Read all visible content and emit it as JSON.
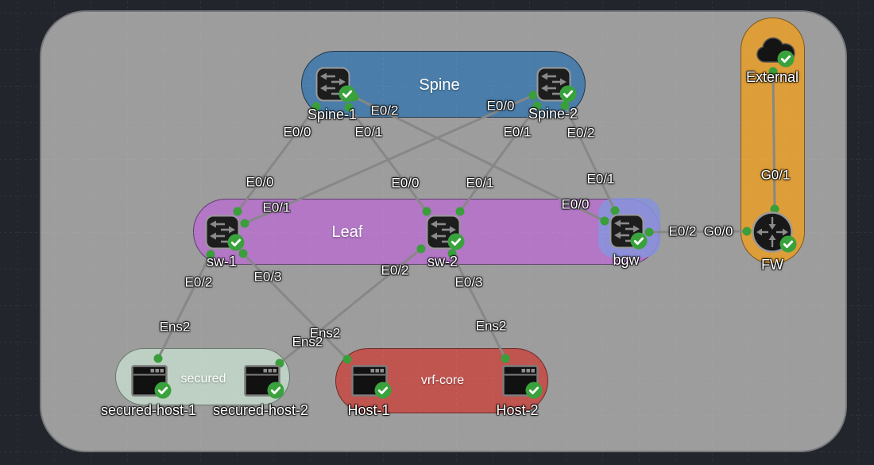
{
  "topology": {
    "groups": [
      {
        "id": "spine",
        "label": "Spine"
      },
      {
        "id": "leaf",
        "label": "Leaf"
      },
      {
        "id": "external",
        "label": ""
      },
      {
        "id": "secured",
        "label": "secured"
      },
      {
        "id": "vrf-core",
        "label": "vrf-core"
      }
    ],
    "nodes": [
      {
        "label": "Spine-1",
        "icon": "switch-icon",
        "status": "ok"
      },
      {
        "label": "Spine-2",
        "icon": "switch-icon",
        "status": "ok"
      },
      {
        "label": "sw-1",
        "icon": "switch-icon",
        "status": "ok"
      },
      {
        "label": "sw-2",
        "icon": "switch-icon",
        "status": "ok"
      },
      {
        "label": "bgw",
        "icon": "switch-icon",
        "status": "ok",
        "selected": true
      },
      {
        "label": "External",
        "icon": "cloud-icon",
        "status": "ok"
      },
      {
        "label": "FW",
        "icon": "firewall-icon",
        "status": "ok"
      },
      {
        "label": "secured-host-1",
        "icon": "host-icon",
        "status": "ok"
      },
      {
        "label": "secured-host-2",
        "icon": "host-icon",
        "status": "ok"
      },
      {
        "label": "Host-1",
        "icon": "host-icon",
        "status": "ok"
      },
      {
        "label": "Host-2",
        "icon": "host-icon",
        "status": "ok"
      }
    ],
    "links": [
      {
        "from": "Spine-1",
        "from_if": "E0/0",
        "to": "sw-1",
        "to_if": "E0/0"
      },
      {
        "from": "Spine-1",
        "from_if": "E0/1",
        "to": "sw-2",
        "to_if": "E0/0"
      },
      {
        "from": "Spine-1",
        "from_if": "E0/2",
        "to": "bgw",
        "to_if": "E0/0"
      },
      {
        "from": "Spine-2",
        "from_if": "E0/0",
        "to": "sw-1",
        "to_if": "E0/1"
      },
      {
        "from": "Spine-2",
        "from_if": "E0/1",
        "to": "sw-2",
        "to_if": "E0/1"
      },
      {
        "from": "Spine-2",
        "from_if": "E0/2",
        "to": "bgw",
        "to_if": "E0/1"
      },
      {
        "from": "sw-1",
        "from_if": "E0/2",
        "to": "secured-host-1",
        "to_if": "Ens2"
      },
      {
        "from": "sw-1",
        "from_if": "E0/3",
        "to": "Host-1",
        "to_if": "Ens2"
      },
      {
        "from": "sw-2",
        "from_if": "E0/2",
        "to": "secured-host-2",
        "to_if": "Ens2"
      },
      {
        "from": "sw-2",
        "from_if": "E0/3",
        "to": "Host-2",
        "to_if": "Ens2"
      },
      {
        "from": "bgw",
        "from_if": "E0/2",
        "to": "FW",
        "to_if": "G0/0"
      },
      {
        "from": "FW",
        "from_if": "G0/1",
        "to": "External"
      }
    ],
    "colors": {
      "background": "#22262c",
      "canvas": "#9d9d9d",
      "spine_group": "#4a7da9",
      "leaf_group": "#b377c6",
      "external_group": "#dd9d38",
      "secured_group": "#bdd0c3",
      "vrf_core_group": "#c0544f",
      "selection_highlight": "#8694dc",
      "link": "#878787",
      "status_ok": "#3aa23c"
    }
  }
}
